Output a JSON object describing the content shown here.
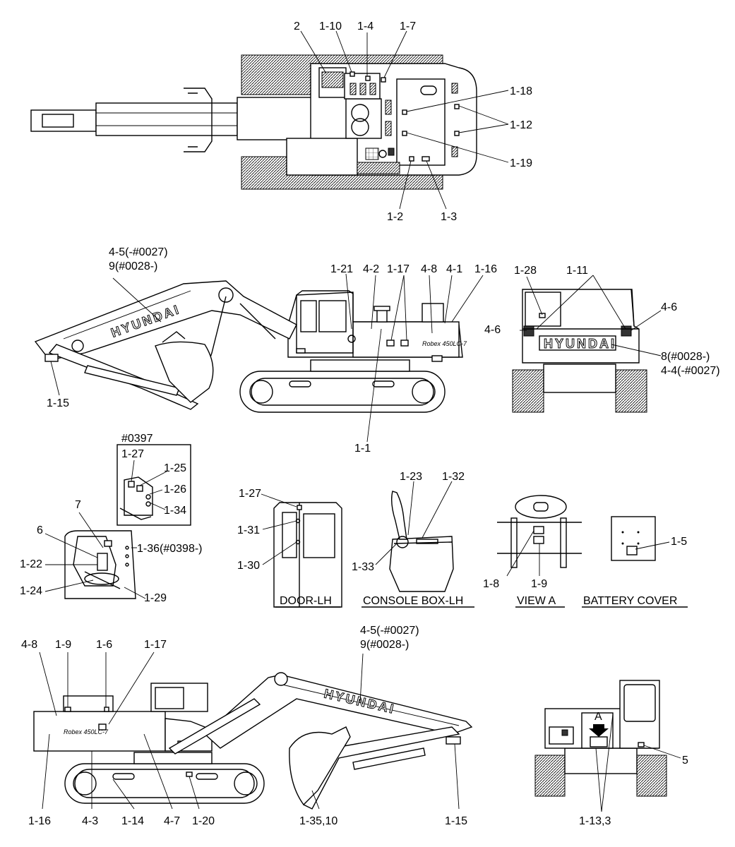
{
  "labels": {
    "top": [
      "2",
      "1-10",
      "1-4",
      "1-7",
      "1-18",
      "1-12",
      "1-19",
      "1-2",
      "1-3"
    ],
    "side_lh": [
      "4-5(-#0027)",
      "9(#0028-)",
      "1-21",
      "4-2",
      "1-17",
      "4-8",
      "4-1",
      "1-16",
      "1-15",
      "1-1"
    ],
    "rear": [
      "1-28",
      "1-11",
      "4-6",
      "4-6",
      "8(#0028-)",
      "4-4(-#0027)"
    ],
    "cab_interior": [
      "#0397",
      "1-27",
      "1-25",
      "1-26",
      "1-34",
      "7",
      "6",
      "1-36(#0398-)",
      "1-22",
      "1-24",
      "1-29"
    ],
    "door": [
      "1-27",
      "1-31",
      "1-30"
    ],
    "console": [
      "1-23",
      "1-32",
      "1-33"
    ],
    "view_a": [
      "1-8",
      "1-9"
    ],
    "battery": [
      "1-5"
    ],
    "side_rh": [
      "4-8",
      "1-9",
      "1-6",
      "1-17",
      "4-5(-#0027)",
      "9(#0028-)",
      "1-16",
      "4-3",
      "1-14",
      "4-7",
      "1-20",
      "1-35,10",
      "1-15"
    ],
    "front": [
      "A",
      "5",
      "1-13,3"
    ]
  },
  "captions": {
    "door": "DOOR-LH",
    "console": "CONSOLE BOX-LH",
    "view_a": "VIEW A",
    "battery": "BATTERY COVER"
  },
  "brand": "HYUNDAI",
  "model_badge": "Robex 450LC-7"
}
